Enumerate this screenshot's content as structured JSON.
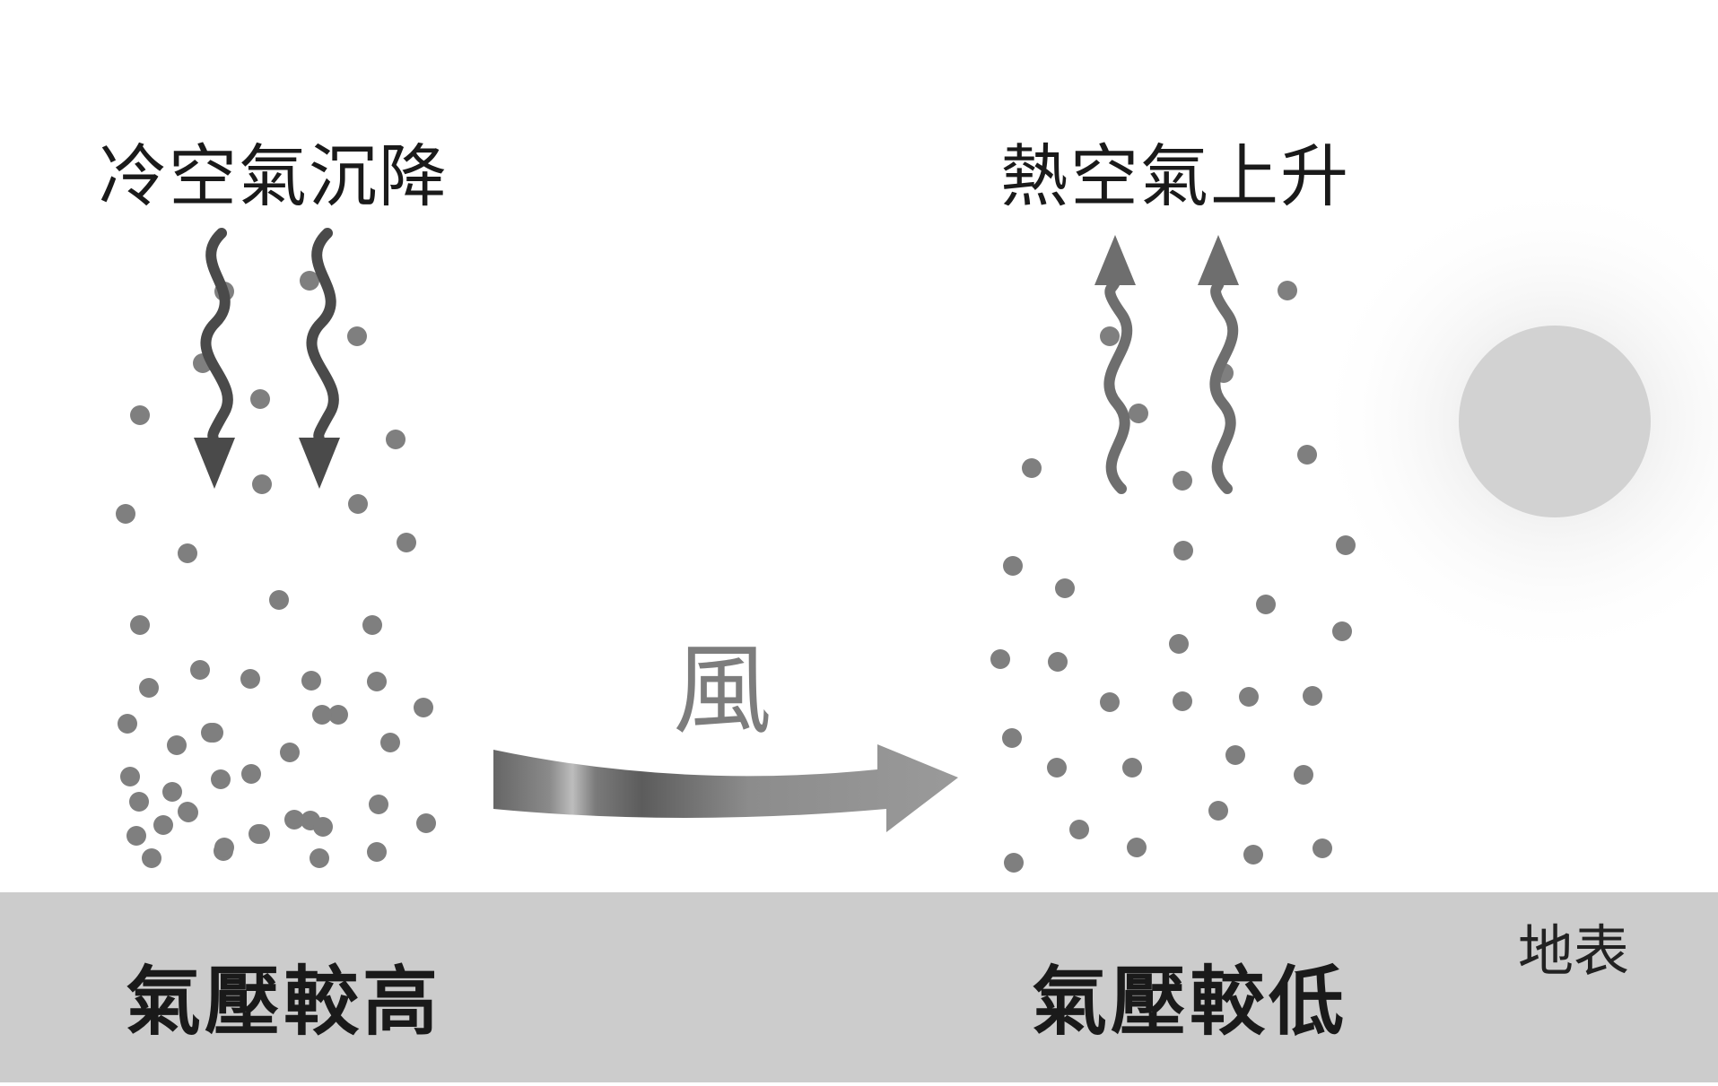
{
  "labels": {
    "cold_air": "冷空氣沉降",
    "hot_air": "熱空氣上升",
    "wind": "風",
    "ground": "地表",
    "high_pressure": "氣壓較高",
    "low_pressure": "氣壓較低"
  },
  "colors": {
    "background": "#ffffff",
    "ground": "#cccccc",
    "particle": "#7f7f7f",
    "cold_arrow": "#4a4a4a",
    "hot_arrow": "#6e6e6e",
    "wind_arrow": "#8a8a8a",
    "sun": "#d2d2d2",
    "text": "#1a1a1a"
  },
  "icons": {
    "sun": "sun-icon",
    "cold_arrows": "wavy-down-arrow-icon",
    "hot_arrows": "wavy-up-arrow-icon",
    "wind_arrow": "curved-right-arrow-icon"
  }
}
